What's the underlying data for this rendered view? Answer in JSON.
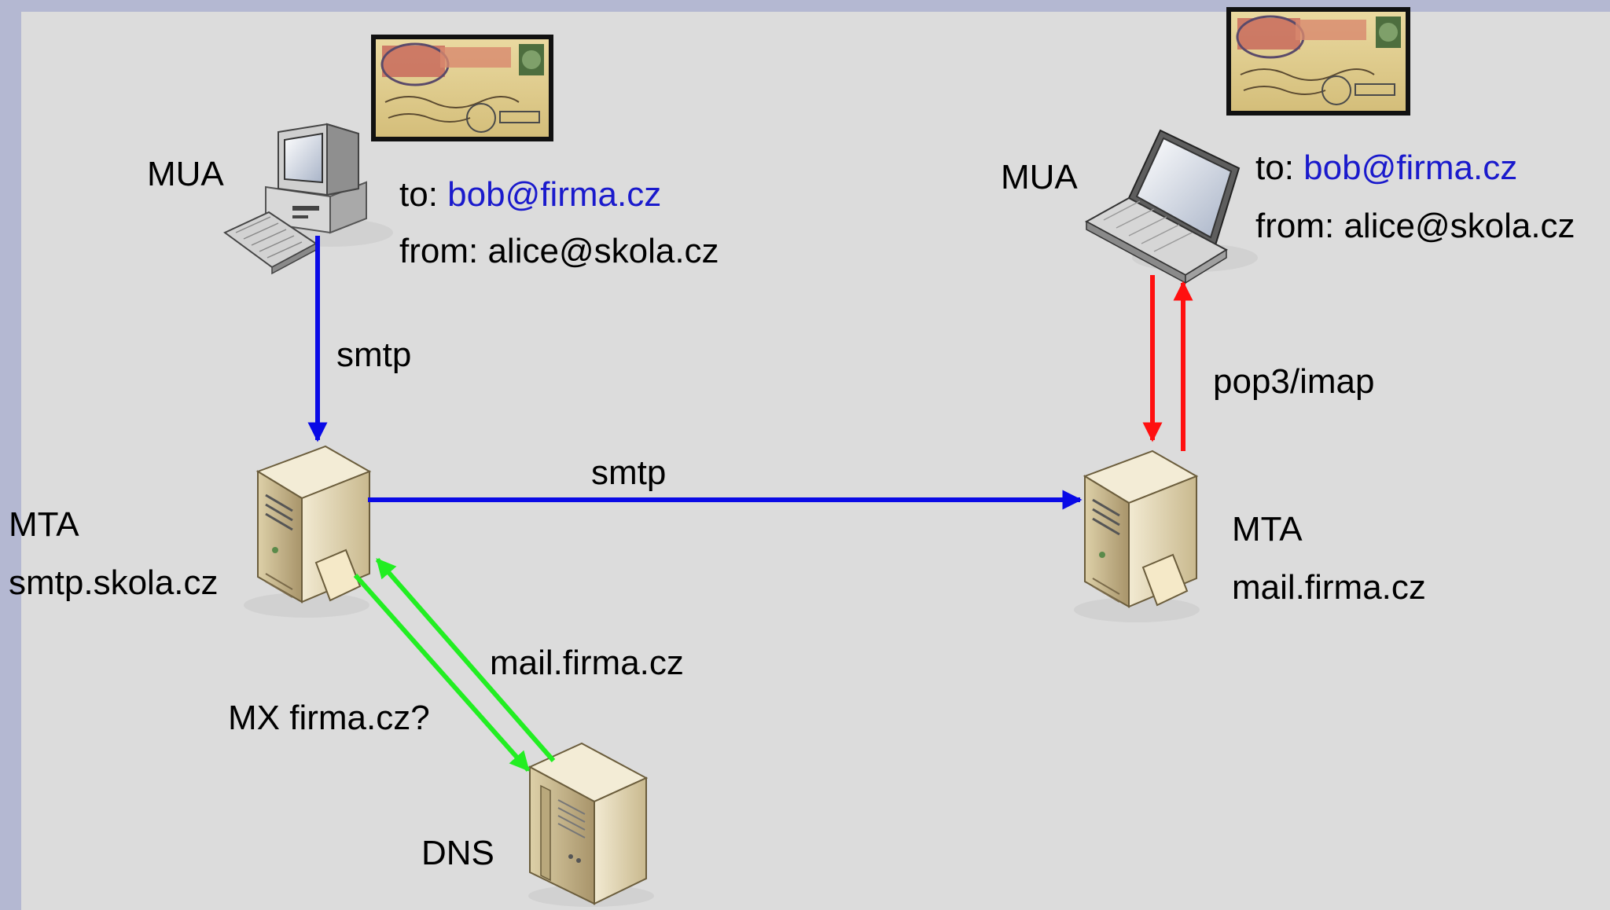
{
  "sender": {
    "mua_label": "MUA",
    "to_prefix": "to: ",
    "to_address": "bob@firma.cz",
    "from_line": "from: alice@skola.cz",
    "mta_label": "MTA",
    "mta_host": "smtp.skola.cz"
  },
  "recipient": {
    "mua_label": "MUA",
    "to_prefix": "to: ",
    "to_address": "bob@firma.cz",
    "from_line": "from: alice@skola.cz",
    "mta_label": "MTA",
    "mta_host": "mail.firma.cz"
  },
  "dns": {
    "label": "DNS",
    "query": "MX firma.cz?",
    "answer": "mail.firma.cz"
  },
  "protocols": {
    "submission": "smtp",
    "relay": "smtp",
    "retrieval": "pop3/imap"
  },
  "colors": {
    "smtp_arrow": "#0a0ae6",
    "dns_arrow": "#22ee22",
    "retrieval_arrow": "#ff1010",
    "address_text": "#1a1acc",
    "slide_background": "#dcdcdc",
    "page_border": "#b4b8d2"
  }
}
